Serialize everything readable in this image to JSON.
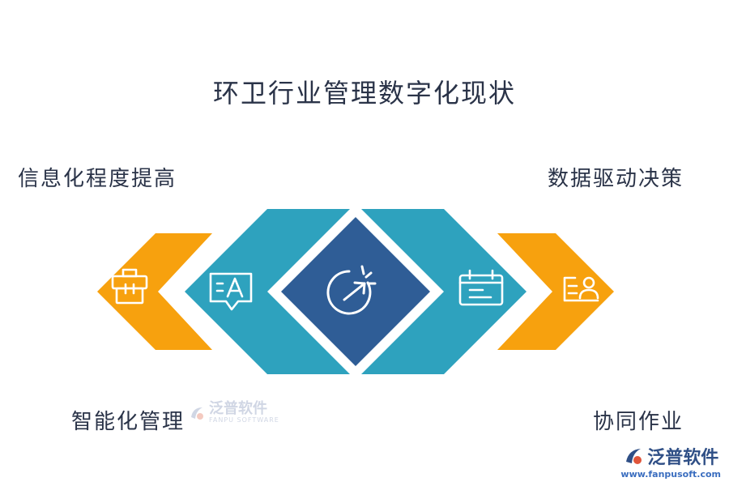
{
  "title": "环卫行业管理数字化现状",
  "labels": {
    "top_left": "信息化程度提高",
    "top_right": "数据驱动决策",
    "bottom_left": "智能化管理",
    "bottom_right": "协同作业"
  },
  "icons": {
    "far_left": "toolbox-icon",
    "mid_left": "chat-text-icon",
    "center": "growth-arrow-icon",
    "mid_right": "calendar-icon",
    "far_right": "user-card-icon"
  },
  "colors": {
    "orange": "#f7a10e",
    "teal": "#2ea2be",
    "navy": "#2f5d96",
    "text": "#2a3348"
  },
  "watermark": {
    "brand_cn": "泛普软件",
    "brand_en": "FANPU SOFTWARE",
    "url": "www.fanpusoft.com"
  }
}
